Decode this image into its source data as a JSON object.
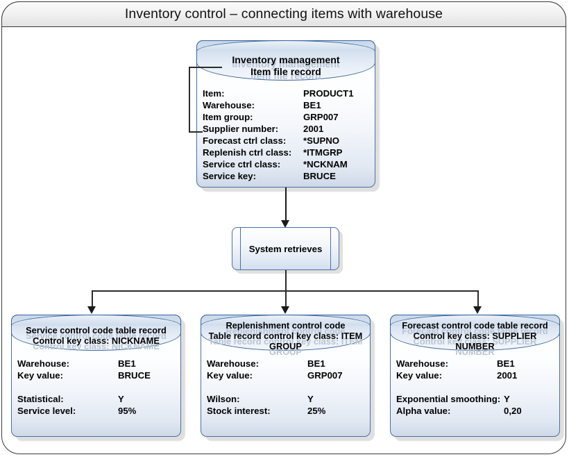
{
  "title": "Inventory control – connecting items with warehouse",
  "nodes": {
    "source": {
      "name": "inventory-management-item-file-record",
      "heading_line1": "Inventory management",
      "heading_line2": "Item file record",
      "rows": [
        {
          "label": "Item:",
          "value": "PRODUCT1"
        },
        {
          "label": "Warehouse:",
          "value": "BE1"
        },
        {
          "label": "Item group:",
          "value": "GRP007"
        },
        {
          "label": "Supplier number:",
          "value": "2001"
        },
        {
          "label": "Forecast ctrl class:",
          "value": "*SUPNO"
        },
        {
          "label": "Replenish ctrl class:",
          "value": "*ITMGRP"
        },
        {
          "label": "Service ctrl class:",
          "value": "*NCKNAM"
        },
        {
          "label": "Service key:",
          "value": "BRUCE"
        }
      ]
    },
    "process": {
      "label": "System retrieves"
    },
    "service_table": {
      "heading_line1": "Service control code table record",
      "heading_line2": "Control key class: NICKNAME",
      "heading_line3": "",
      "rows": [
        {
          "label": "Warehouse:",
          "value": "BE1"
        },
        {
          "label": "Key value:",
          "value": "BRUCE"
        },
        {
          "label": "",
          "value": ""
        },
        {
          "label": "Statistical:",
          "value": "Y"
        },
        {
          "label": "Service level:",
          "value": "95%"
        }
      ]
    },
    "replenishment_table": {
      "heading_line1": "Replenishment control code",
      "heading_line2": "Table record control key class: ITEM",
      "heading_line3": "GROUP",
      "rows": [
        {
          "label": "Warehouse:",
          "value": "BE1"
        },
        {
          "label": "Key value:",
          "value": "GRP007"
        },
        {
          "label": "",
          "value": ""
        },
        {
          "label": "Wilson:",
          "value": "Y"
        },
        {
          "label": "Stock interest:",
          "value": "25%"
        }
      ]
    },
    "forecast_table": {
      "heading_line1": "Forecast control code table record",
      "heading_line2": "Control key class: SUPPLIER",
      "heading_line3": "NUMBER",
      "rows": [
        {
          "label": "Warehouse:",
          "value": "BE1"
        },
        {
          "label": "Key value:",
          "value": "2001"
        },
        {
          "label": "",
          "value": ""
        },
        {
          "label": "Exponential smoothing:",
          "value": "Y"
        },
        {
          "label": "Alpha value:",
          "value": "0,20"
        }
      ]
    }
  },
  "colors": {
    "cylinder_border": "#36659e",
    "body_border": "#4a6fa5",
    "connector": "#1a1a1a",
    "ghost_text": "#b9c4d3",
    "frame_border": "#3a3a3a"
  }
}
